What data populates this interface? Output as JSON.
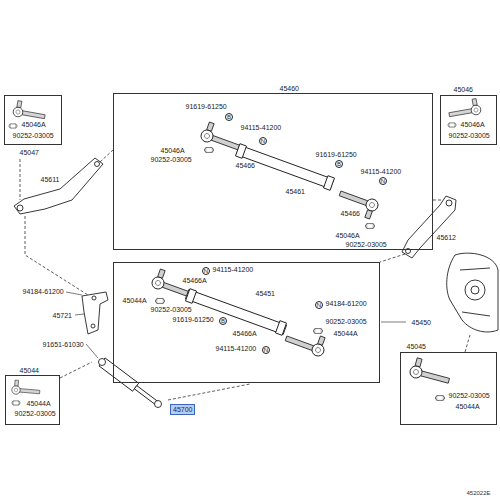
{
  "diagram": {
    "nodes": [
      {
        "text": [
          "45047"
        ]
      },
      {
        "text": [
          "45460"
        ]
      },
      {
        "text": [
          "B"
        ],
        "in": 1
      },
      {
        "text": [
          "N"
        ],
        "in": 1
      },
      {
        "text": [
          "B"
        ],
        "in": 1
      },
      {
        "text": [
          "N"
        ],
        "in": 1
      },
      {
        "text": [
          "45046"
        ]
      },
      {
        "text": [
          "45450"
        ]
      },
      {
        "text": [
          "N"
        ],
        "in": 7
      },
      {
        "text": [
          "B"
        ],
        "in": 7
      },
      {
        "text": [
          "N"
        ],
        "in": 7
      },
      {
        "text": [
          "N"
        ],
        "in": 7
      },
      {
        "text": [
          "45044"
        ]
      },
      {
        "text": [
          "45045"
        ]
      }
    ],
    "labels": [
      "45611",
      "45612",
      "91619-61250",
      "94115-41200",
      "45046A",
      "90252-03005",
      "45466",
      "45461",
      "91619-61250",
      "94115-41200",
      "45466",
      "45046A",
      "90252-03005",
      "94115-41200",
      "45466A",
      "45044A",
      "90252-03005",
      "91619-61250",
      "45451",
      "94184-61200",
      "90252-03005",
      "45466A",
      "45044A",
      "94115-41200",
      "94184-61200",
      "45721",
      "91651-61030",
      "45700",
      "45046A",
      "90252-03005",
      "45046A",
      "90252-03005",
      "45044A",
      "90252-03005",
      "90252-03005",
      "45044A",
      "452022E"
    ]
  }
}
